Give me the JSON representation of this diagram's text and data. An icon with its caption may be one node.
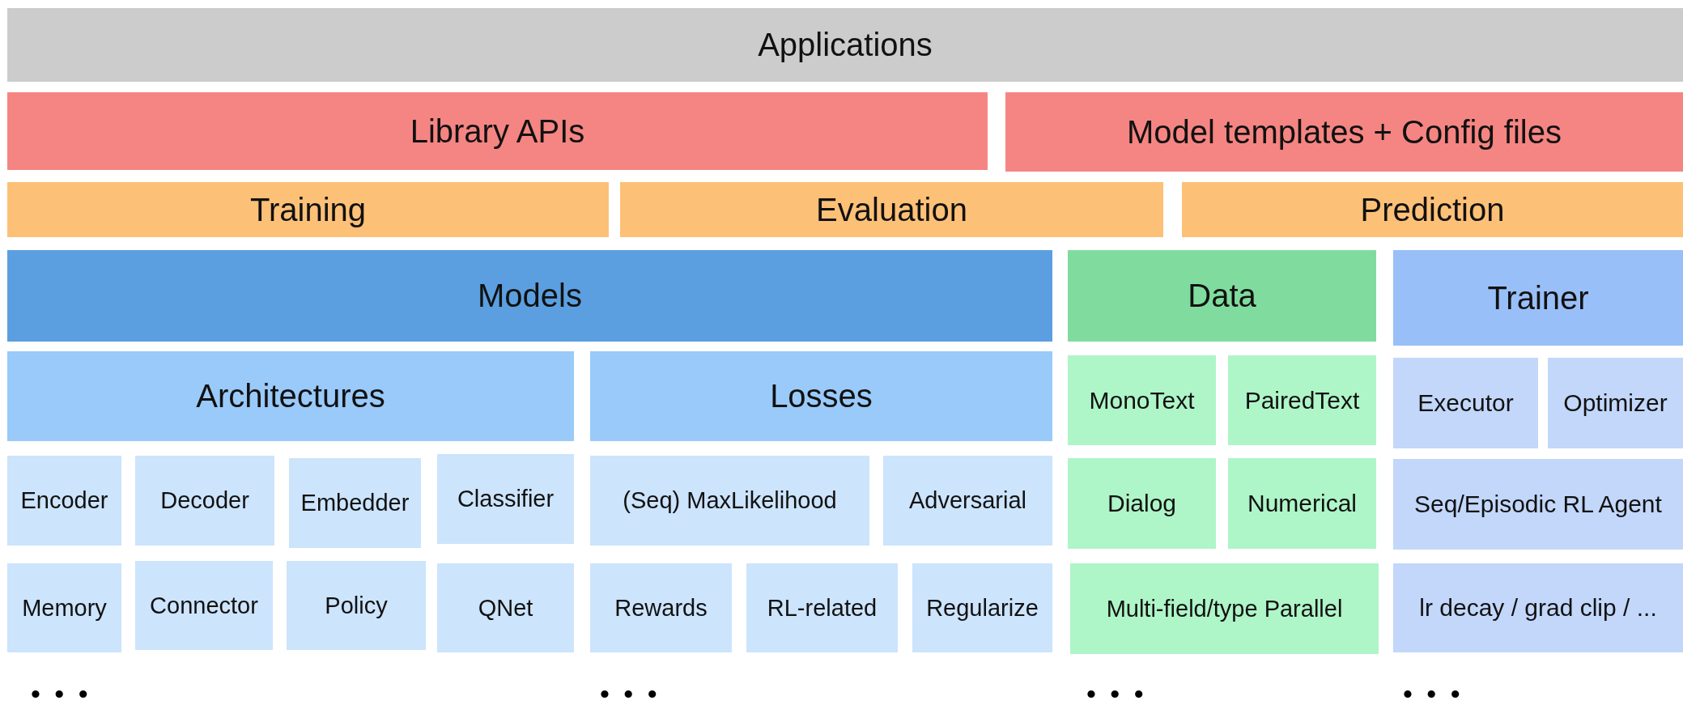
{
  "diagram": {
    "nodes": [
      {
        "text": [
          "Applications"
        ]
      },
      {
        "text": [
          "Library APIs"
        ]
      },
      {
        "text": [
          "Model templates + Config files"
        ]
      },
      {
        "text": [
          "Training"
        ]
      },
      {
        "text": [
          "Evaluation"
        ]
      },
      {
        "text": [
          "Prediction"
        ]
      },
      {
        "text": [
          "Models"
        ]
      },
      {
        "text": [
          "Data"
        ]
      },
      {
        "text": [
          "Trainer"
        ]
      },
      {
        "text": [
          "Architectures"
        ]
      },
      {
        "text": [
          "Losses"
        ]
      },
      {
        "text": [
          "MonoText"
        ]
      },
      {
        "text": [
          "PairedText"
        ]
      },
      {
        "text": [
          "Executor"
        ]
      },
      {
        "text": [
          "Optimizer"
        ]
      },
      {
        "text": [
          "Encoder"
        ]
      },
      {
        "text": [
          "Decoder"
        ]
      },
      {
        "text": [
          "Embedder"
        ]
      },
      {
        "text": [
          "Classifier"
        ]
      },
      {
        "text": [
          "(Seq) MaxLikelihood"
        ]
      },
      {
        "text": [
          "Adversarial"
        ]
      },
      {
        "text": [
          "Dialog"
        ]
      },
      {
        "text": [
          "Numerical"
        ]
      },
      {
        "text": [
          "Seq/Episodic RL Agent"
        ]
      },
      {
        "text": [
          "Memory"
        ]
      },
      {
        "text": [
          "Connector"
        ]
      },
      {
        "text": [
          "Policy"
        ]
      },
      {
        "text": [
          "QNet"
        ]
      },
      {
        "text": [
          "Rewards"
        ]
      },
      {
        "text": [
          "RL-related"
        ]
      },
      {
        "text": [
          "Regularize"
        ]
      },
      {
        "text": [
          "Multi-field/type Parallel"
        ]
      },
      {
        "text": [
          "lr decay / grad clip / ..."
        ]
      }
    ],
    "labels": [
      "• • •",
      "• • •",
      "• • •",
      "• • •"
    ]
  }
}
